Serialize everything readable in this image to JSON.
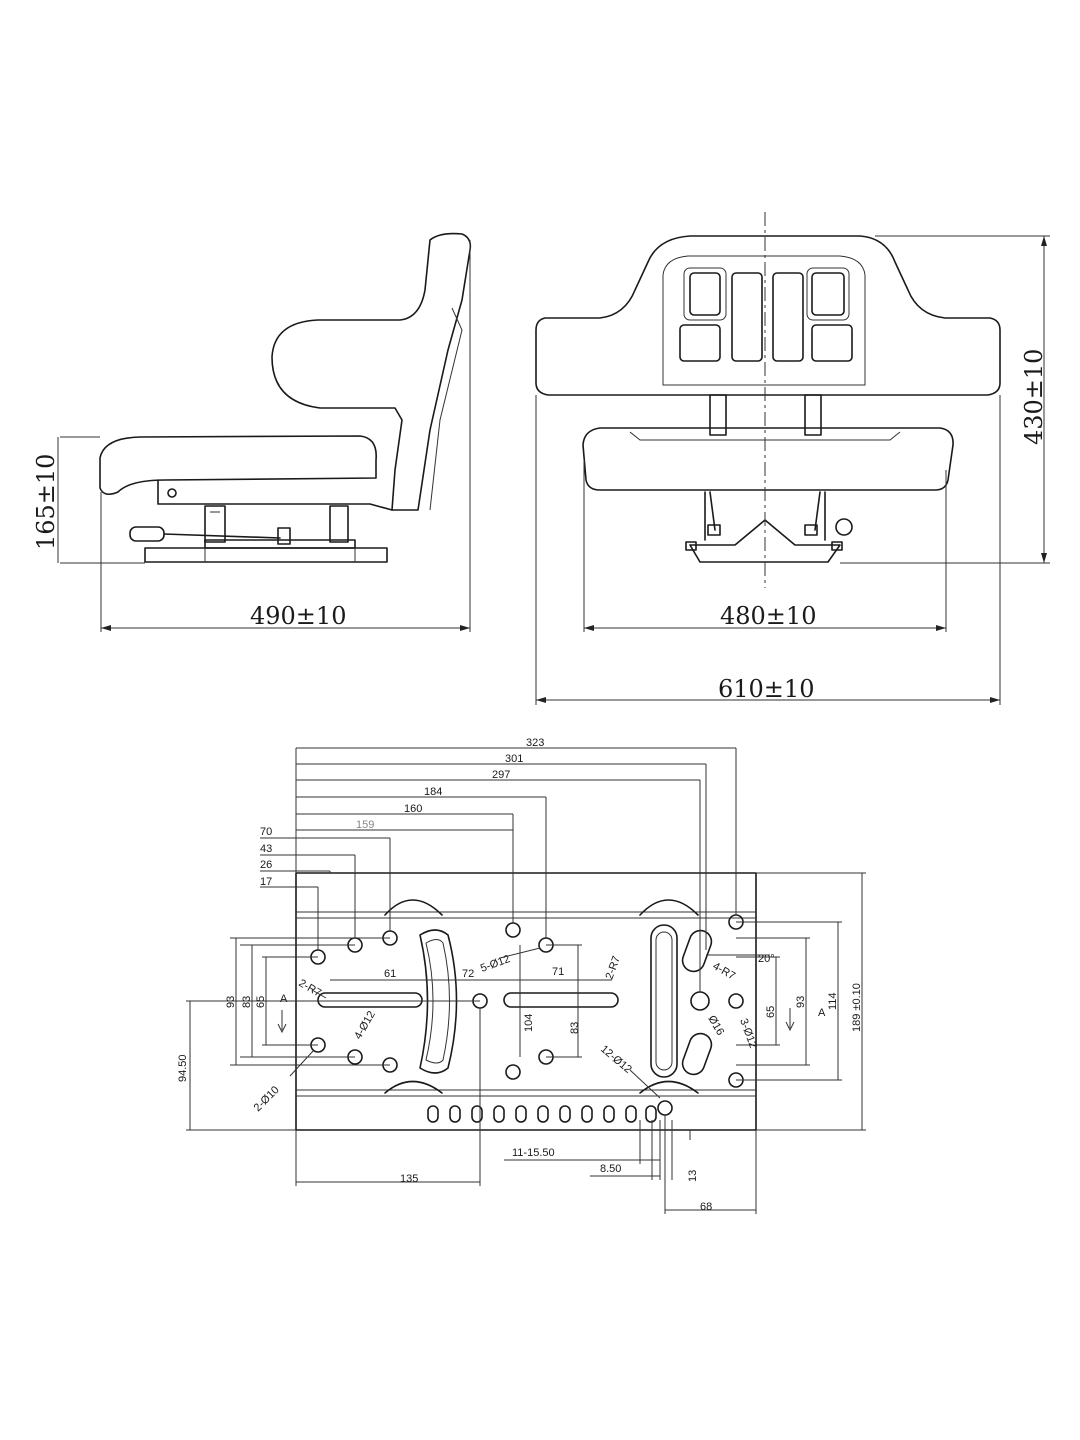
{
  "side_view": {
    "height_label": "165±10",
    "depth_label": "490±10"
  },
  "front_view": {
    "height_label": "430±10",
    "base_width_label": "480±10",
    "overall_width_label": "610±10"
  },
  "base_plate": {
    "top_dims": [
      "323",
      "301",
      "297",
      "184",
      "160",
      "159",
      "70",
      "43",
      "26",
      "17"
    ],
    "left_dims": [
      "93",
      "83",
      "65",
      "94.50"
    ],
    "right_dims": [
      "93",
      "65",
      "114",
      "189 ±0.10"
    ],
    "inner_dims": [
      "61",
      "72",
      "71",
      "104",
      "83"
    ],
    "section_marks": [
      "A",
      "A"
    ],
    "callouts": {
      "slot_radius_left": "2-R7",
      "slot_radius_right": "2-R7",
      "holes_5": "5-Ø12",
      "holes_4": "4-Ø12",
      "holes_2": "2-Ø10",
      "holes_12": "12-Ø12",
      "radius_4": "4-R7",
      "angle": "20°",
      "hole_16": "Ø16",
      "holes_3": "3-Ø12"
    },
    "bottom_dims": [
      "11-15.50",
      "8.50",
      "13",
      "135",
      "68"
    ]
  }
}
